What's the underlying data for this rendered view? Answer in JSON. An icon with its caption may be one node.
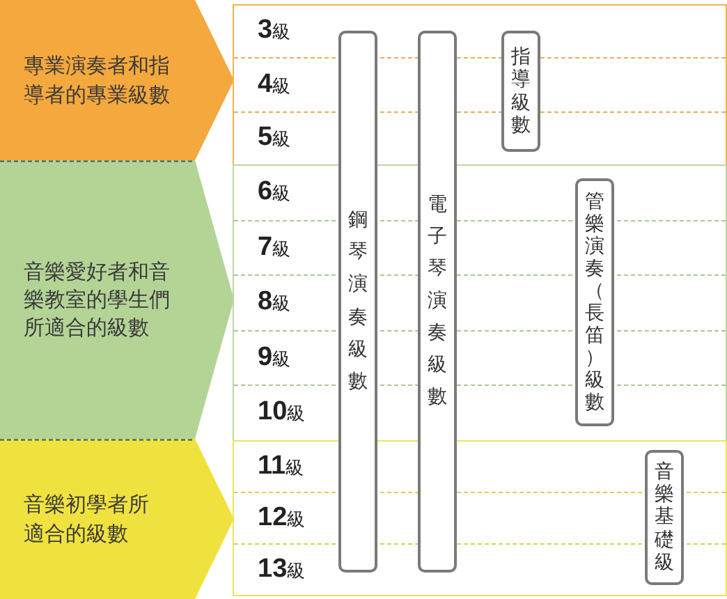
{
  "diagram": {
    "nodes": [
      {
        "text": [
          "專業演奏者和指導者的專業級數"
        ]
      },
      {
        "text": [
          "音樂愛好者和音樂教室的學生們所適合的級數"
        ]
      },
      {
        "text": [
          "音樂初學者所適合的級數"
        ]
      },
      {
        "text": [
          "**3**級",
          "**4**級",
          "**5**級"
        ]
      },
      {
        "text": [
          "**6**級",
          "**7**級",
          "**8**級",
          "**9**級",
          "**10**級"
        ]
      },
      {
        "text": [
          "**11**級",
          "**12**級",
          "**13**級"
        ]
      },
      {
        "text": [
          "鋼琴演奏級數"
        ]
      },
      {
        "text": [
          "電子琴演奏級數"
        ]
      },
      {
        "text": [
          "指導級數"
        ],
        "in": 3
      },
      {
        "text": [
          "管樂演奏（長笛）級數"
        ],
        "in": 4
      },
      {
        "text": [
          "音樂基礎級"
        ],
        "in": 5
      }
    ]
  }
}
